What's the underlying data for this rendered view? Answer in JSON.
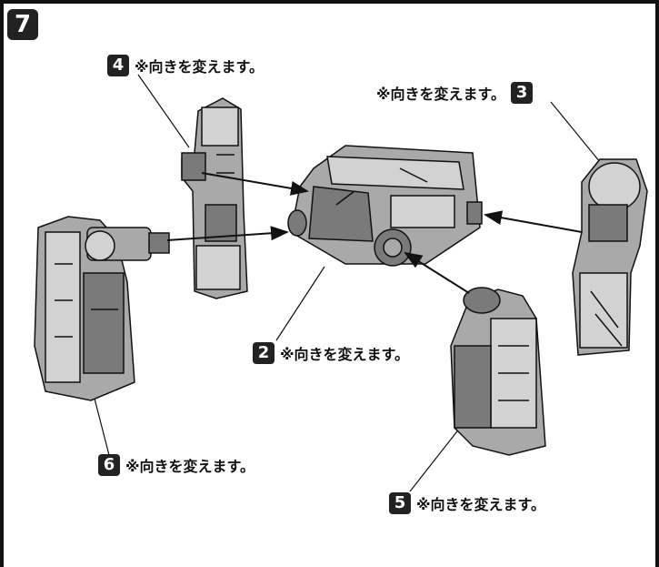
{
  "step": {
    "number": "7"
  },
  "callouts": {
    "part4": {
      "number": "4",
      "note": "※向きを変えます。"
    },
    "part3": {
      "number": "3",
      "note": "※向きを変えます。"
    },
    "part2": {
      "number": "2",
      "note": "※向きを変えます。"
    },
    "part6": {
      "number": "6",
      "note": "※向きを変えます。"
    },
    "part5": {
      "number": "5",
      "note": "※向きを変えます。"
    }
  },
  "colors": {
    "line": "#111111",
    "part_fill": "#a9a9a9",
    "part_shade": "#7a7a7a",
    "part_light": "#d2d2d2"
  }
}
